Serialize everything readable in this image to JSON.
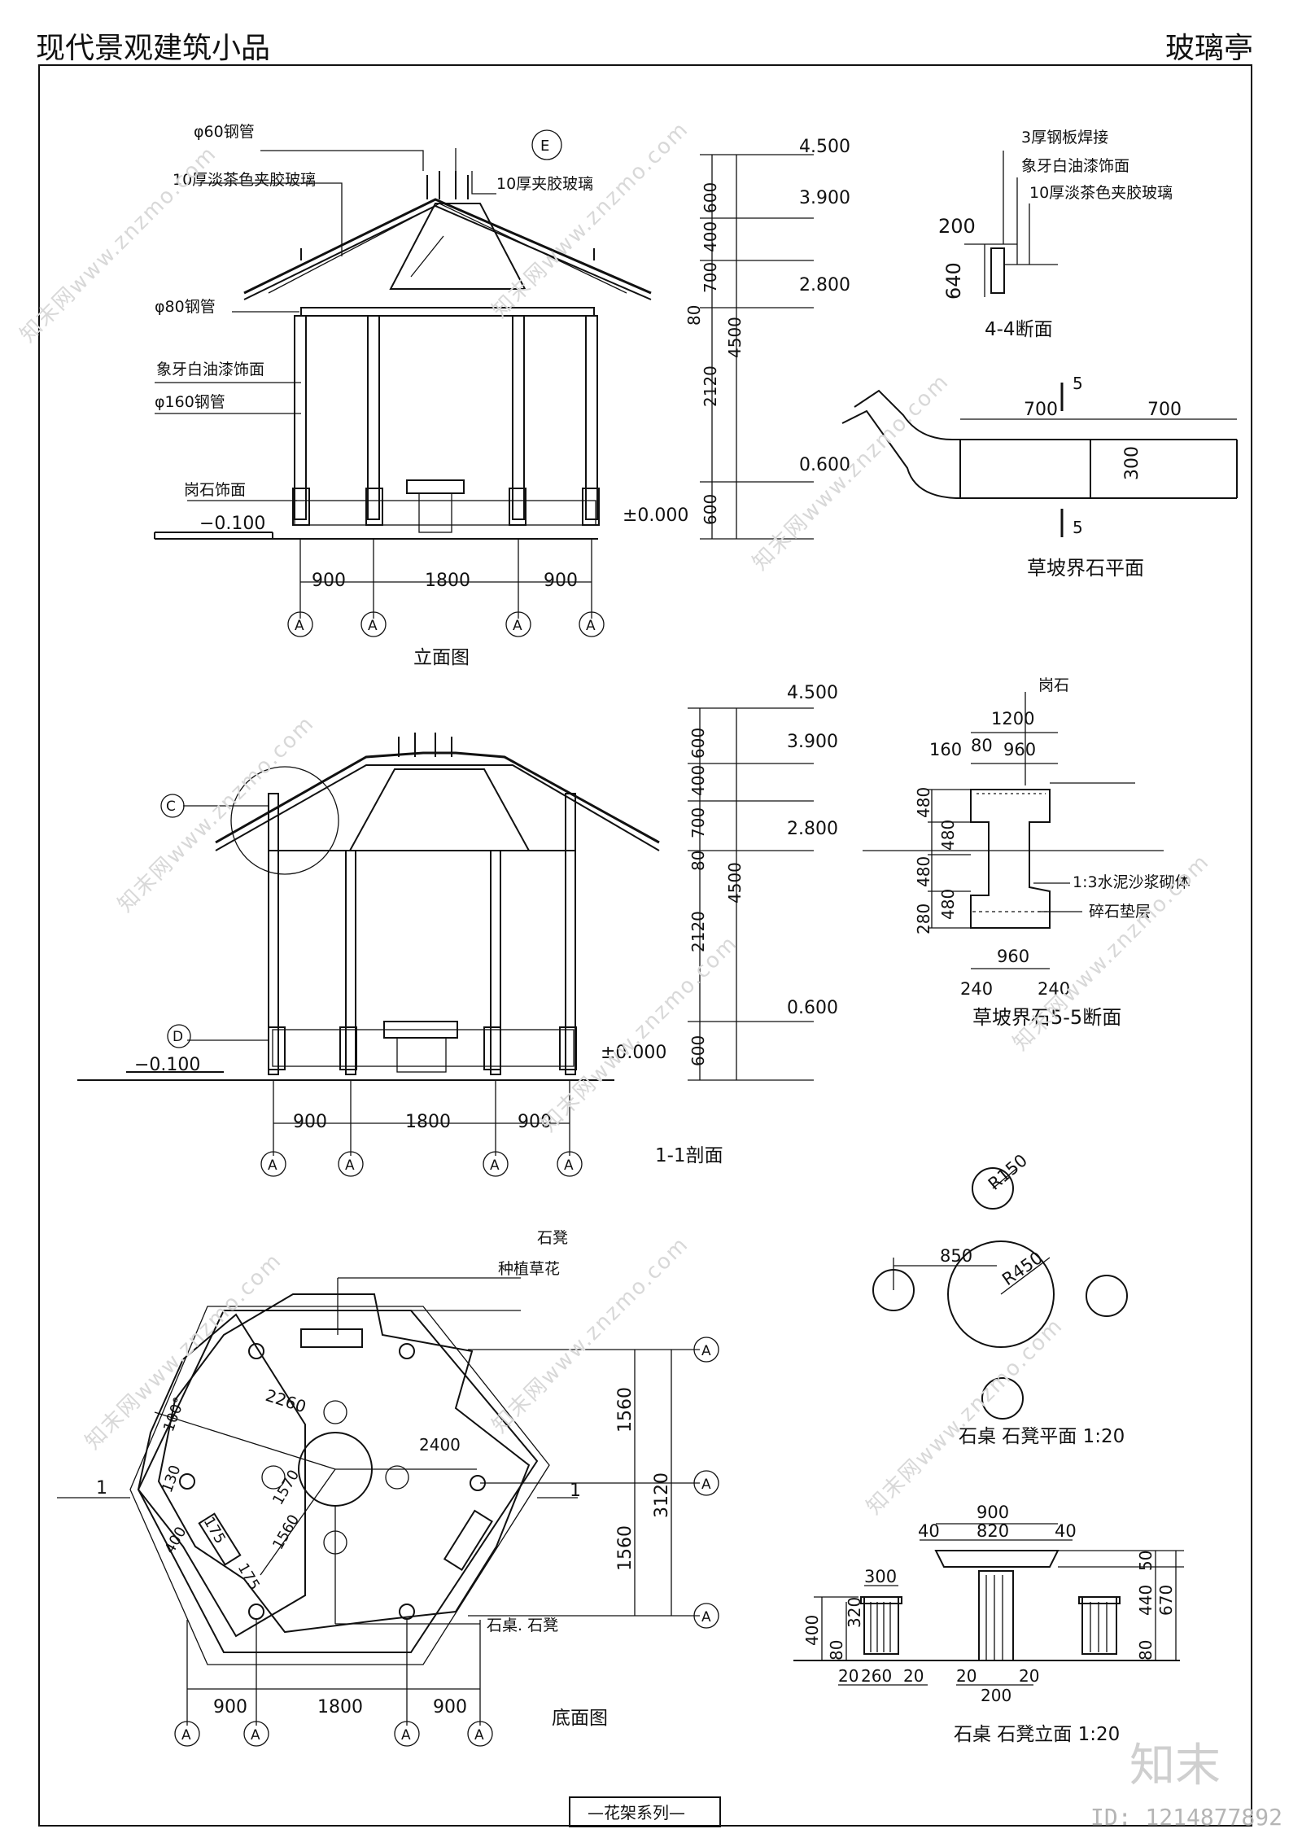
{
  "header": {
    "left_title": "现代景观建筑小品",
    "right_title": "玻璃亭"
  },
  "footer": {
    "series": "—花架系列—",
    "brand": "知末",
    "image_id": "ID: 1214877892"
  },
  "watermark": "知末网www.znzmo.com",
  "axis_marker": "A",
  "elevation": {
    "title": "立面图",
    "labels": [
      "φ60钢管",
      "10厚淡茶色夹胶玻璃",
      "10厚夹胶玻璃",
      "φ80钢管",
      "象牙白油漆饰面",
      "φ160钢管",
      "岗石饰面"
    ],
    "callout": "E",
    "level_left": "−0.100",
    "level_right": "±0.000",
    "levels": [
      "4.500",
      "3.900",
      "2.800",
      "0.600"
    ],
    "heights": [
      "600",
      "400",
      "700",
      "80",
      "2120",
      "600",
      "4500"
    ],
    "spans": [
      "900",
      "1800",
      "900"
    ]
  },
  "section_4_4": {
    "title": "4-4断面",
    "labels": [
      "3厚钢板焊接",
      "象牙白油漆饰面",
      "10厚淡茶色夹胶玻璃"
    ],
    "dims": [
      "200",
      "640"
    ]
  },
  "curb_plan": {
    "title": "草坡界石平面",
    "dims": [
      "700",
      "700",
      "300"
    ],
    "cut": "5"
  },
  "section_1_1": {
    "title": "1-1剖面",
    "callouts": [
      "C",
      "D"
    ],
    "level_left": "−0.100",
    "level_right": "±0.000",
    "levels": [
      "4.500",
      "3.900",
      "2.800",
      "0.600"
    ],
    "heights": [
      "600",
      "400",
      "700",
      "80",
      "2120",
      "600",
      "4500"
    ],
    "spans": [
      "900",
      "1800",
      "900"
    ]
  },
  "curb_section": {
    "title": "草坡界石5-5断面",
    "top_label": "岗石",
    "labels": [
      "1:3水泥沙浆砌体",
      "碎石垫层"
    ],
    "top_dims": [
      "1200",
      "160",
      "80",
      "960"
    ],
    "side_dims": [
      "480",
      "480",
      "480",
      "480",
      "280"
    ],
    "bottom_dims": [
      "960",
      "240",
      "240"
    ]
  },
  "plan": {
    "title": "底面图",
    "labels": [
      "石凳",
      "种植草花",
      "石桌. 石凳"
    ],
    "dims": [
      "2260",
      "2400",
      "100°",
      "130",
      "175",
      "1570",
      "1560",
      "400",
      "175"
    ],
    "right_dims": [
      "1560",
      "3120",
      "1560"
    ],
    "bottom_dims": [
      "900",
      "1800",
      "900"
    ],
    "section_mark": "1"
  },
  "table_plan": {
    "title": "石桌  石凳平面  1:20",
    "dims": [
      "R150",
      "850",
      "R450"
    ]
  },
  "table_elevation": {
    "title": "石桌  石凳立面  1:20",
    "top_dims": [
      "900",
      "40",
      "820",
      "40",
      "300"
    ],
    "left_dims": [
      "400",
      "80",
      "320"
    ],
    "bottom_dims": [
      "20",
      "260",
      "20",
      "20",
      "20",
      "200"
    ],
    "right_dims": [
      "50",
      "440",
      "80",
      "670"
    ]
  }
}
